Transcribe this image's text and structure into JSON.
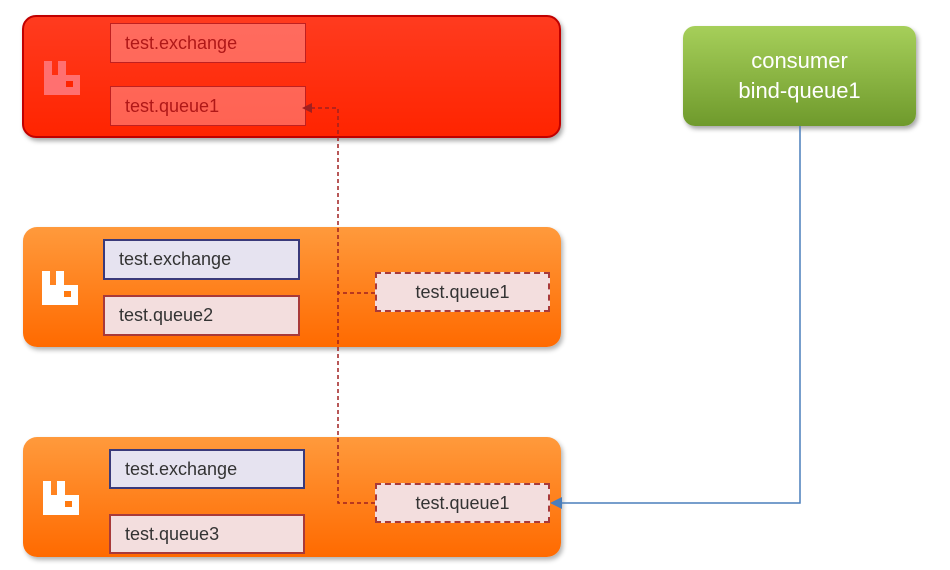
{
  "nodes": [
    {
      "exchange": "test.exchange",
      "queue": "test.queue1"
    },
    {
      "exchange": "test.exchange",
      "queue": "test.queue2",
      "mirror": "test.queue1"
    },
    {
      "exchange": "test.exchange",
      "queue": "test.queue3",
      "mirror": "test.queue1"
    }
  ],
  "consumer": {
    "line1": "consumer",
    "line2": "bind-queue1"
  },
  "colors": {
    "primary_node": "#ff2400",
    "mirror_node": "#ff7a10",
    "consumer": "#7ea83a",
    "sync_line": "#a02020",
    "consume_line": "#4a7ebb"
  },
  "icons": {
    "node_logo": "rabbitmq-logo-icon"
  }
}
